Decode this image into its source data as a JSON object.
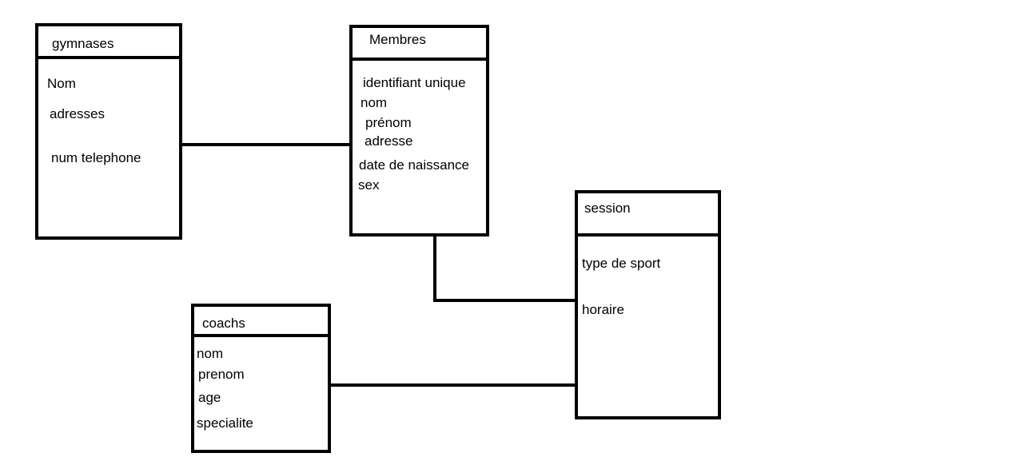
{
  "diagram": {
    "entities": {
      "gymnases": {
        "title": "gymnases",
        "attributes": [
          "Nom",
          "adresses",
          "num telephone"
        ]
      },
      "membres": {
        "title": "Membres",
        "attributes": [
          "identifiant unique",
          "nom",
          "prénom",
          "adresse",
          "date de naissance",
          "sex"
        ]
      },
      "session": {
        "title": "session",
        "attributes": [
          "type de sport",
          "horaire"
        ]
      },
      "coachs": {
        "title": "coachs",
        "attributes": [
          "nom",
          "prenom",
          "age",
          "specialite"
        ]
      }
    },
    "relationships": [
      {
        "from": "gymnases",
        "to": "membres"
      },
      {
        "from": "membres",
        "to": "session"
      },
      {
        "from": "coachs",
        "to": "session"
      }
    ]
  }
}
